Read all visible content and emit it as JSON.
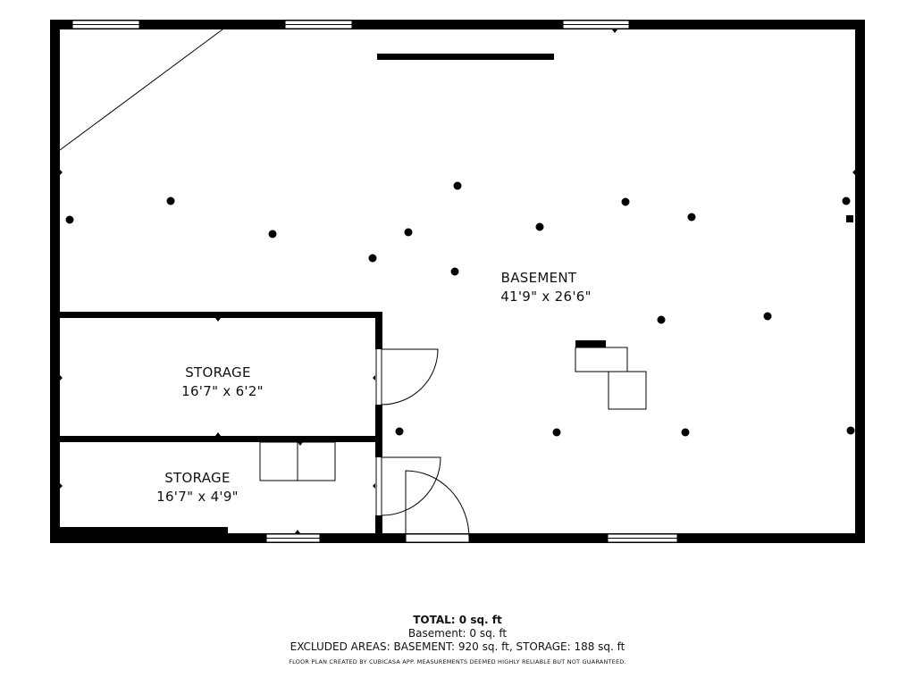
{
  "rooms": {
    "basement": {
      "name": "BASEMENT",
      "dimensions": "41'9\" x 26'6\""
    },
    "storage_upper": {
      "name": "STORAGE",
      "dimensions": "16'7\" x 6'2\""
    },
    "storage_lower": {
      "name": "STORAGE",
      "dimensions": "16'7\" x 4'9\""
    }
  },
  "summary": {
    "total": "TOTAL: 0 sq. ft",
    "basement_line": "Basement: 0 sq. ft",
    "excluded": "EXCLUDED AREAS: BASEMENT: 920 sq. ft, STORAGE: 188 sq. ft",
    "disclaimer": "FLOOR PLAN CREATED BY CUBICASA APP. MEASUREMENTS DEEMED HIGHLY RELIABLE BUT NOT GUARANTEED."
  },
  "colors": {
    "wall": "#000000",
    "background": "#ffffff"
  }
}
